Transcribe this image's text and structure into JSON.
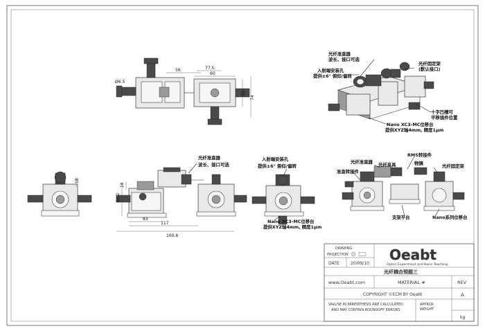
{
  "callouts": {
    "collimator_top": [
      "光纤准直器",
      "波长、接口可选"
    ],
    "incident_mount_top": [
      "入射端安装孔",
      "提供±6° 俯仰/偏转"
    ],
    "fiber_holder_top": [
      "光纤固定架",
      "(默认接口)"
    ],
    "cross_mark": [
      "十字凹槽可",
      "平移插件位置"
    ],
    "nano_stage_top": [
      "Nano XC3-MC位移台",
      "提供XYZ轴4mm, 精度1μm"
    ],
    "collimator_mid": [
      "光纤准直器",
      "波长、接口可选"
    ],
    "incident_mount_mid": [
      "入射端安装孔",
      "提供±6° 俯仰/偏转"
    ],
    "nano_stage_mid": [
      "Nano XC3-MC位移台",
      "提供XYZ轴4mm, 精度1μm"
    ],
    "right_view": {
      "collimator": "光纤准直器",
      "clamp": "光纤夹具",
      "rms_adapter": "RMS转接件",
      "objective": "物镜",
      "holder": "光纤固定架",
      "mount_adapter": "准直转接件",
      "support": "支架平台",
      "nano_series": "Nano系列位移台"
    }
  },
  "dimensions": {
    "d_65": "Ø6.5",
    "d_56": "56",
    "d_77_5": "77.5",
    "d_60_top": "60",
    "d_60_side": "60",
    "d_74": "74",
    "d_80_2": "80.2",
    "d_18": "18",
    "d_83": "83",
    "d_117": "117",
    "d_160_6": "160.6",
    "d_18_left": "18"
  },
  "title_block": {
    "drawing_label": "DRAWING",
    "projection_label": "PROJECTION",
    "date_label": "DATE",
    "date_value": "20/09/10",
    "logo_text": "Oeabt",
    "logo_tagline": "Optics Experiment and Basic Teaching",
    "title": "光纤耦合预题三",
    "website": "www.Oeabt.com",
    "material": "MATERIAL #",
    "rev_label": "REV",
    "rev_value": "A",
    "copyright": "COPYRIGHT ©ECM BY Oeabt",
    "note_line1": "VALUSE IN PARENTHESIS ARE CALCULATED",
    "note_line2": "AND MAY CONTAIN ROUNDOFF ERRORS",
    "weight_label_1": "APPROX",
    "weight_label_2": "WEIGHT",
    "weight_unit": "kg"
  }
}
